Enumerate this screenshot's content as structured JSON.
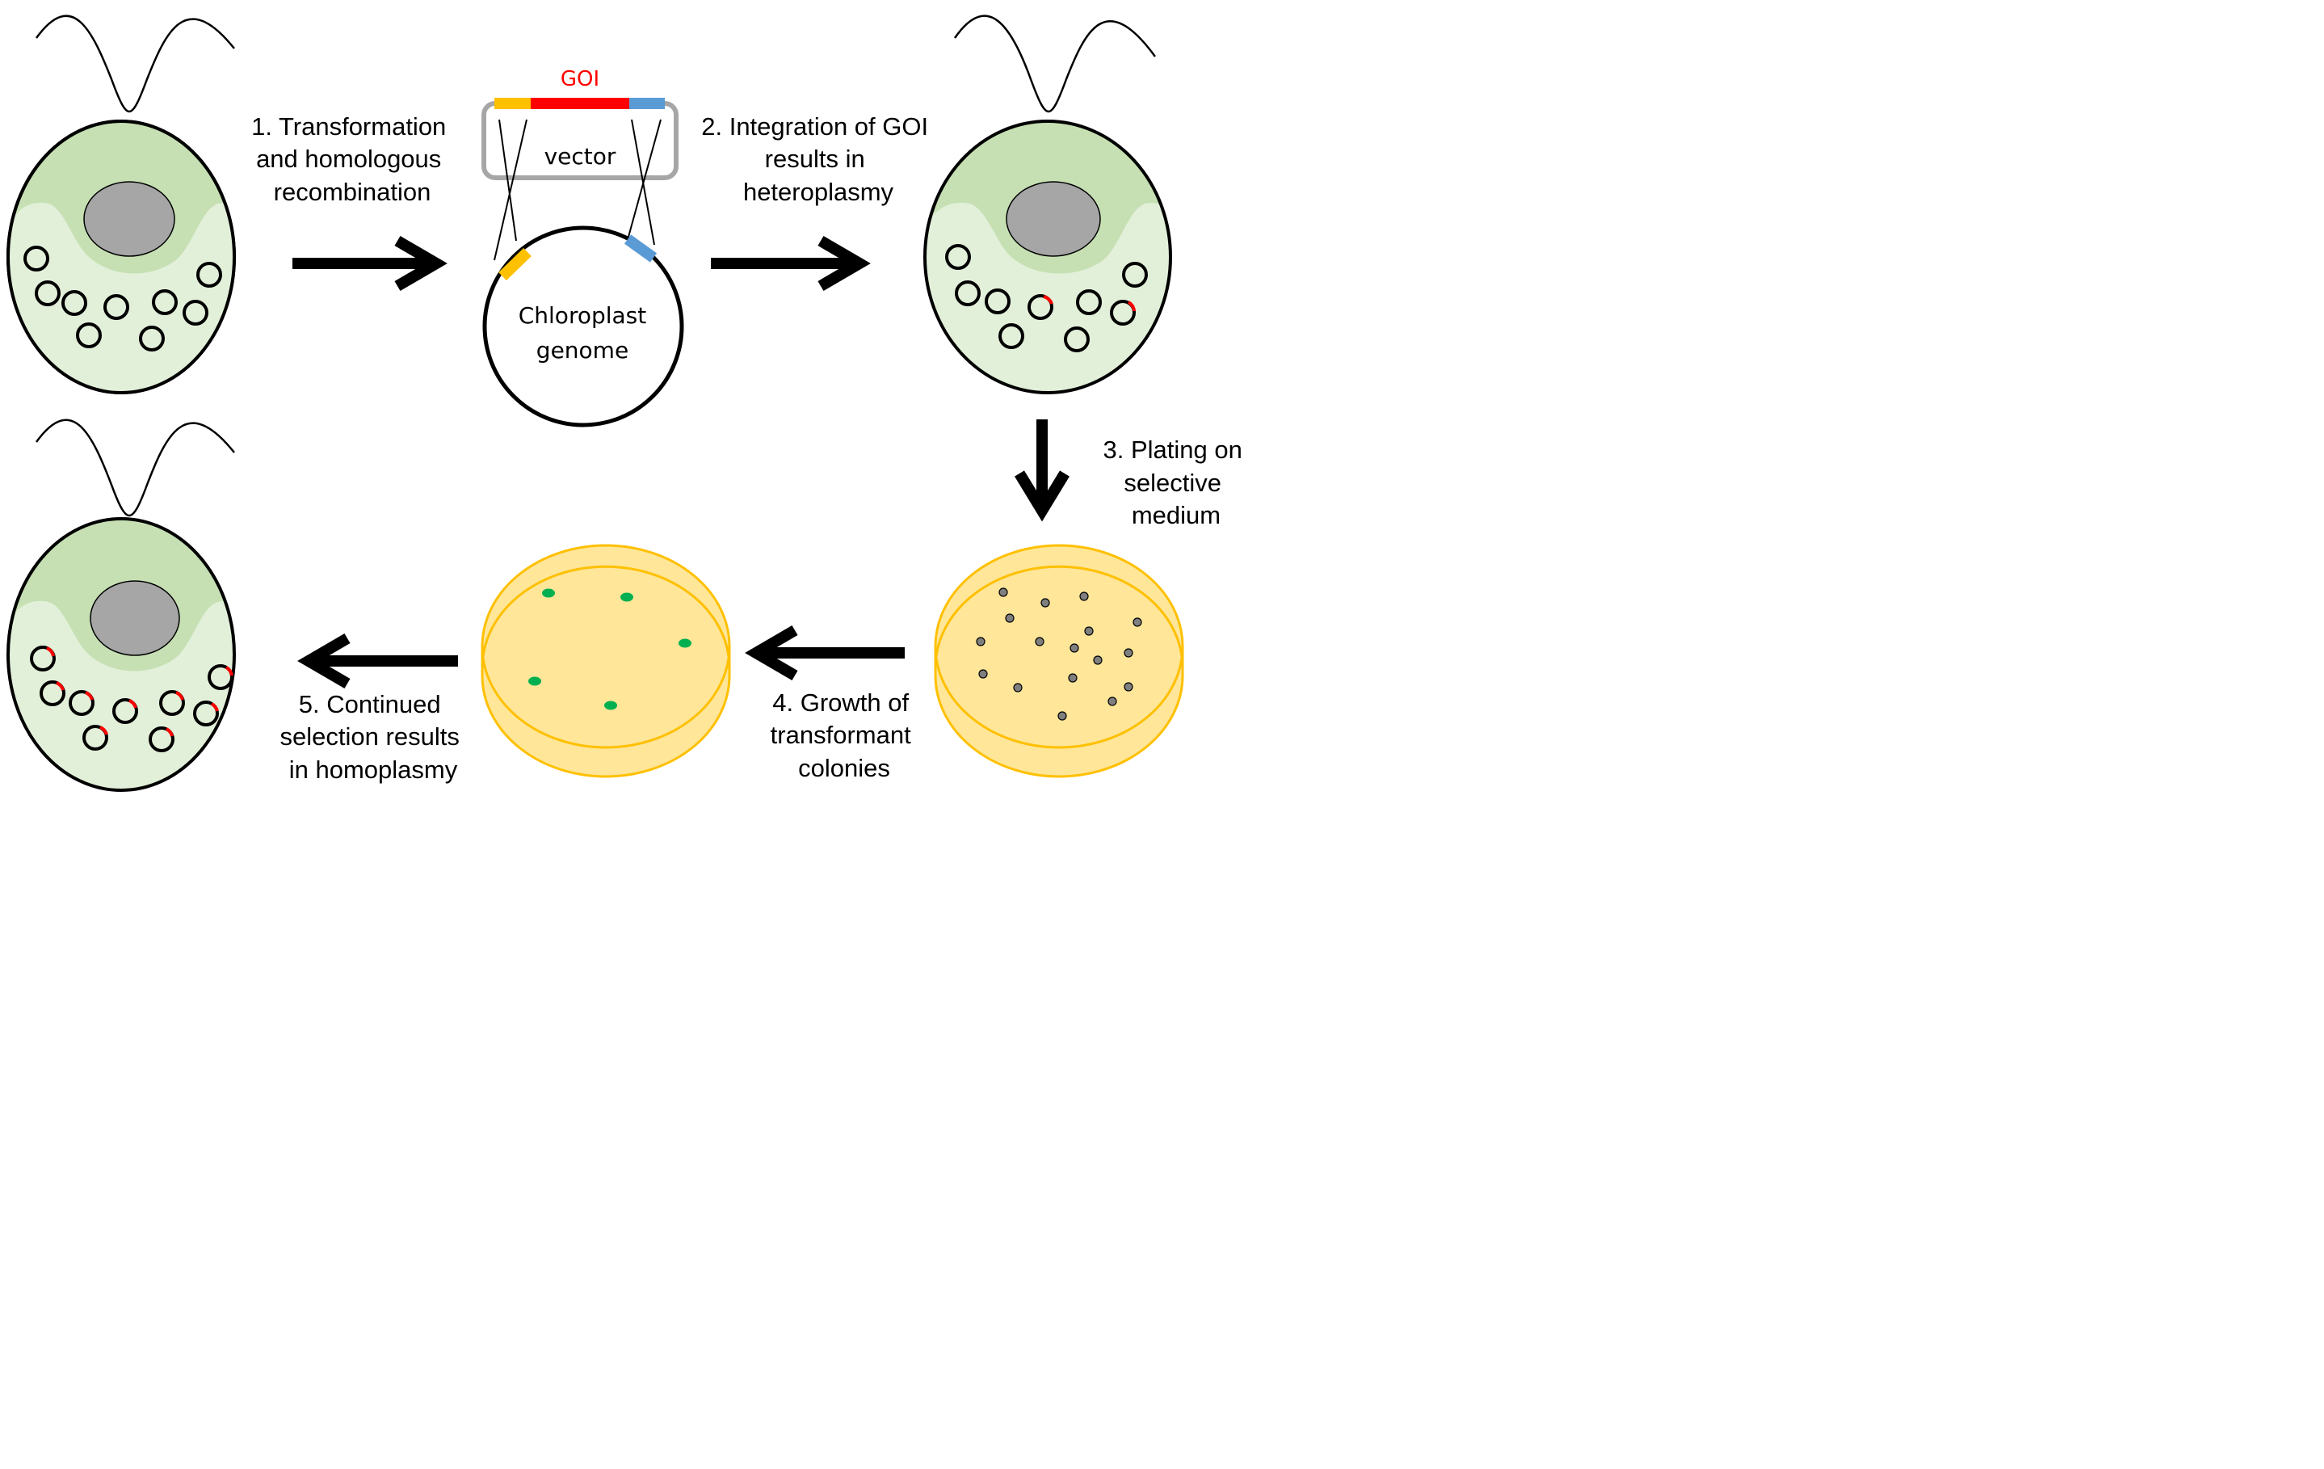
{
  "labels": {
    "goi": "GOI",
    "vector": "vector",
    "genome_line1": "Chloroplast",
    "genome_line2": "genome"
  },
  "steps": [
    {
      "id": "step1",
      "lines": [
        "1. Transformation",
        "and homologous",
        "recombination"
      ]
    },
    {
      "id": "step2",
      "lines": [
        "2. Integration of GOI",
        "results in",
        "heteroplasmy"
      ]
    },
    {
      "id": "step3",
      "lines": [
        "3. Plating on",
        "selective",
        "medium"
      ]
    },
    {
      "id": "step4",
      "lines": [
        "4. Growth of",
        "transformant",
        "colonies"
      ]
    },
    {
      "id": "step5",
      "lines": [
        "5. Continued",
        "selection results",
        "in homoplasmy"
      ]
    }
  ],
  "colors": {
    "cell_fill": "#c6e0b4",
    "cell_inner": "#e2f0d9",
    "nucleus": "#a6a6a6",
    "goi": "#ff0000",
    "left_flank": "#ffc000",
    "right_flank": "#5b9bd5",
    "vector_outline": "#a6a6a6",
    "dish_fill": "#ffe699",
    "dish_rim": "#ffc000",
    "colony_green": "#00b050",
    "colony_grey": "#7f7f7f"
  }
}
